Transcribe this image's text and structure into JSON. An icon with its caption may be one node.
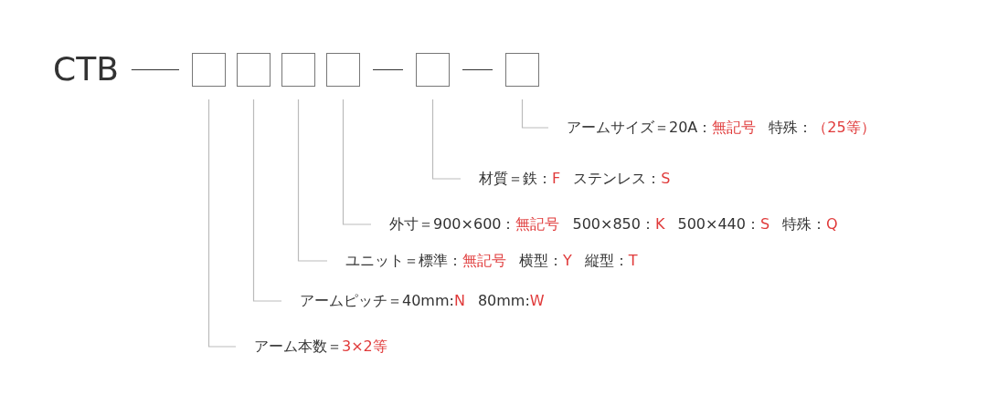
{
  "diagram": {
    "nodes": [
      {
        "text": [
          "CTB"
        ]
      },
      {
        "text": [],
        "shape": "box"
      },
      {
        "text": [],
        "shape": "box"
      },
      {
        "text": [],
        "shape": "box"
      },
      {
        "text": [],
        "shape": "box"
      },
      {
        "text": [],
        "shape": "box"
      },
      {
        "text": [],
        "shape": "box"
      },
      {
        "text": [
          "アームサイズ＝20A：",
          "無記号",
          "特殊：",
          "（25等）"
        ]
      },
      {
        "text": [
          "材質＝鉄：",
          "F",
          "ステンレス：",
          "S"
        ]
      },
      {
        "text": [
          "外寸＝900×600：",
          "無記号",
          "500×850：",
          "K",
          "500×440：",
          "S",
          "特殊：",
          "Q"
        ]
      },
      {
        "text": [
          "ユニット＝標準：",
          "無記号",
          "横型：",
          "Y",
          "縦型：",
          "T"
        ]
      },
      {
        "text": [
          "アームピッチ＝40mm:",
          "N",
          "80mm:",
          "W"
        ]
      },
      {
        "text": [
          "アーム本数＝",
          "3×2等"
        ]
      }
    ],
    "edges": [
      {
        "from": 0,
        "to": 1,
        "arrow": "none",
        "color": "#333333"
      },
      {
        "from": 4,
        "to": 5,
        "arrow": "none",
        "color": "#333333"
      },
      {
        "from": 5,
        "to": 6,
        "arrow": "none",
        "color": "#333333"
      },
      {
        "from": 1,
        "to": 12,
        "arrow": "none"
      },
      {
        "from": 2,
        "to": 11,
        "arrow": "none"
      },
      {
        "from": 3,
        "to": 10,
        "arrow": "none"
      },
      {
        "from": 4,
        "to": 9,
        "arrow": "none"
      },
      {
        "from": 5,
        "to": 8,
        "arrow": "none"
      },
      {
        "from": 6,
        "to": 7,
        "arrow": "none"
      }
    ]
  }
}
